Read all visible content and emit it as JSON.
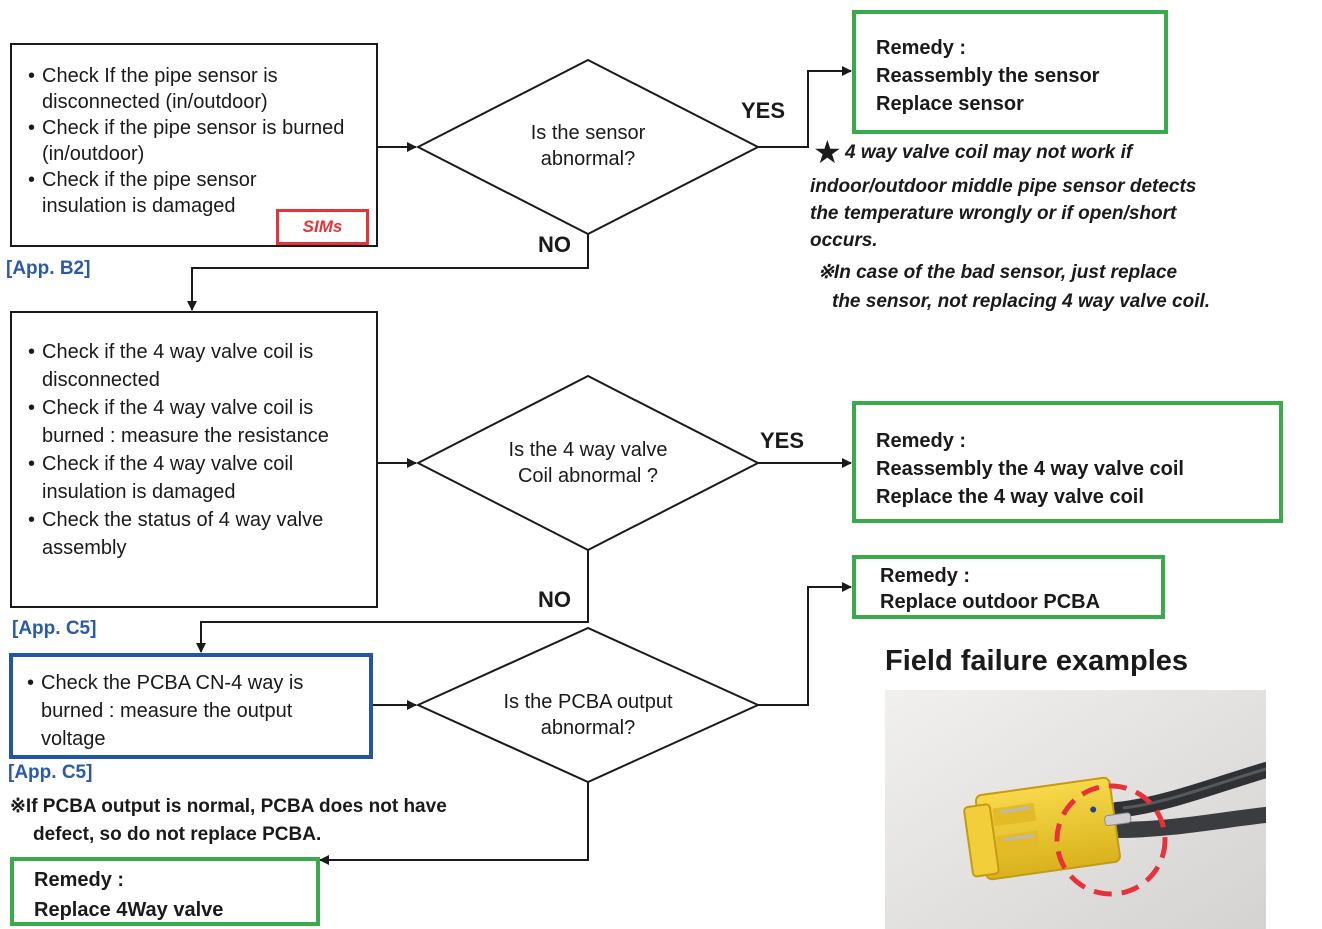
{
  "step1": {
    "checks": [
      "Check If the pipe sensor is disconnected (in/outdoor)",
      "Check if the pipe sensor is burned (in/outdoor)",
      "Check if the pipe sensor insulation is damaged"
    ],
    "badge": "SIMs",
    "ref": "[App. B2]"
  },
  "decision1": {
    "question_line1": "Is the sensor",
    "question_line2": "abnormal?",
    "yes": "YES",
    "no": "NO"
  },
  "remedy1": {
    "title": "Remedy :",
    "lines": [
      "Reassembly the sensor",
      "Replace sensor"
    ]
  },
  "note_sensor": {
    "star": "★",
    "lines": [
      "4 way valve coil may not work if",
      "indoor/outdoor middle pipe sensor detects",
      "the temperature wrongly or if open/short",
      "occurs."
    ],
    "sub_lines": [
      "※In case of the bad sensor, just replace",
      "the sensor, not replacing 4 way valve coil."
    ]
  },
  "step2": {
    "checks": [
      "Check if the 4 way valve coil is disconnected",
      "Check if the 4 way valve coil is burned : measure the resistance",
      "Check if the 4 way valve coil insulation is damaged",
      "Check the status of 4 way valve assembly"
    ],
    "ref": "[App. C5]"
  },
  "decision2": {
    "question_line1": "Is the 4 way valve",
    "question_line2": "Coil abnormal ?",
    "yes": "YES",
    "no": "NO"
  },
  "remedy2": {
    "title": "Remedy :",
    "lines": [
      "Reassembly the 4 way valve coil",
      "Replace the 4 way valve coil"
    ]
  },
  "step3": {
    "checks": [
      "Check the PCBA CN-4 way is burned : measure the output voltage"
    ],
    "ref": "[App. C5]"
  },
  "decision3": {
    "question_line1": "Is the PCBA output",
    "question_line2": "abnormal?"
  },
  "remedy3": {
    "title": "Remedy :",
    "lines": [
      "Replace outdoor PCBA"
    ]
  },
  "note_pcba": {
    "lines": [
      "※If PCBA output is normal, PCBA does not have",
      "defect, so do not replace PCBA."
    ]
  },
  "remedy4": {
    "title": "Remedy :",
    "lines": [
      "Replace 4Way valve"
    ]
  },
  "field": {
    "title": "Field failure examples"
  },
  "colors": {
    "green": "#3aaa4a",
    "blue": "#2255a4",
    "red": "#e8323a",
    "ref_blue": "#2a5aa8"
  }
}
